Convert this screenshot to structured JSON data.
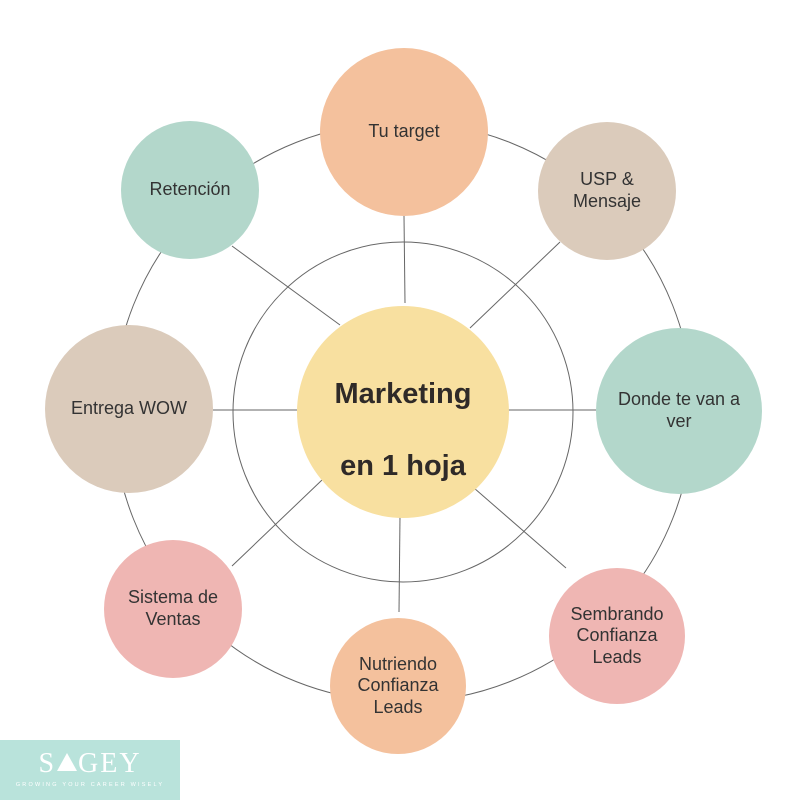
{
  "center": {
    "line1": "Marketing",
    "line2": "en 1 hoja",
    "color": "#f8e0a0"
  },
  "nodes": [
    {
      "id": "tu-target",
      "label": "Tu target",
      "color": "#f4c19d"
    },
    {
      "id": "usp-mensaje",
      "label": "USP &\nMensaje",
      "color": "#dbcbbb"
    },
    {
      "id": "donde-te-van-a-ver",
      "label": "Donde te van a\nver",
      "color": "#b3d7cb"
    },
    {
      "id": "sembrando-confianza-leads",
      "label": "Sembrando\nConfianza\nLeads",
      "color": "#efb6b3"
    },
    {
      "id": "nutriendo-confianza-leads",
      "label": "Nutriendo\nConfianza\nLeads",
      "color": "#f4c19d"
    },
    {
      "id": "sistema-de-ventas",
      "label": "Sistema de\nVentas",
      "color": "#efb6b3"
    },
    {
      "id": "entrega-wow",
      "label": "Entrega WOW",
      "color": "#dbcbbb"
    },
    {
      "id": "retencion",
      "label": "Retención",
      "color": "#b3d7cb"
    }
  ],
  "logo": {
    "pre": "S",
    "post": "GEY",
    "tagline": "GROWING YOUR CAREER WISELY",
    "color": "#b9e3db"
  },
  "line_color": "#666666"
}
